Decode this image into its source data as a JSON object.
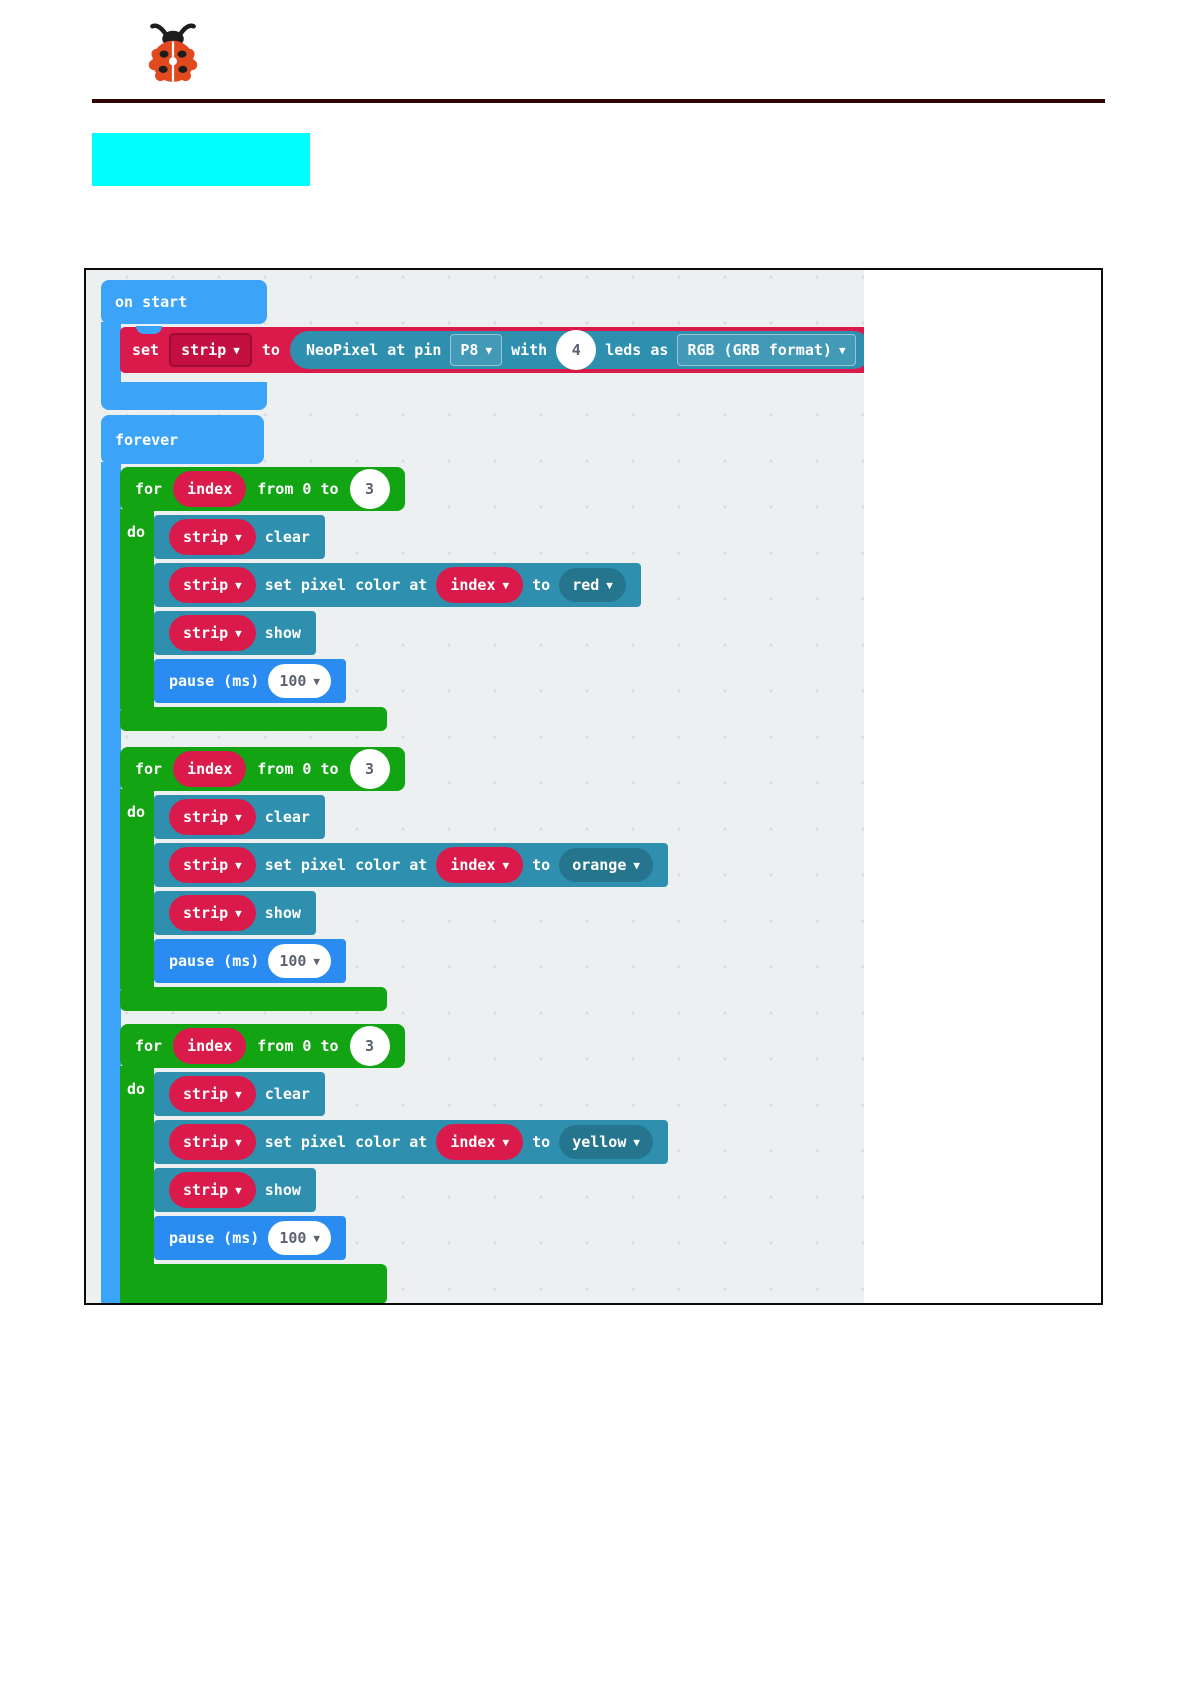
{
  "header": {
    "logo_icon": "ladybug-logo"
  },
  "highlight_box": {
    "text": ""
  },
  "editor": {
    "on_start": {
      "label": "on start",
      "set_block": {
        "set_label": "set",
        "variable": "strip",
        "to_label": "to",
        "neopixel": {
          "text_pin": "NeoPixel at pin",
          "pin": "P8",
          "with_label": "with",
          "led_count": "4",
          "text_leds": "leds as",
          "format": "RGB (GRB format)"
        }
      }
    },
    "forever": {
      "label": "forever"
    },
    "loops": [
      {
        "for_label": "for",
        "variable": "index",
        "range_label": "from 0 to",
        "limit": "3",
        "do_label": "do",
        "clear": {
          "variable": "strip",
          "label": "clear"
        },
        "set_pixel": {
          "variable": "strip",
          "label": "set pixel color at",
          "index_variable": "index",
          "to_label": "to",
          "color": "red"
        },
        "show": {
          "variable": "strip",
          "label": "show"
        },
        "pause": {
          "label": "pause (ms)",
          "value": "100"
        }
      },
      {
        "for_label": "for",
        "variable": "index",
        "range_label": "from 0 to",
        "limit": "3",
        "do_label": "do",
        "clear": {
          "variable": "strip",
          "label": "clear"
        },
        "set_pixel": {
          "variable": "strip",
          "label": "set pixel color at",
          "index_variable": "index",
          "to_label": "to",
          "color": "orange"
        },
        "show": {
          "variable": "strip",
          "label": "show"
        },
        "pause": {
          "label": "pause (ms)",
          "value": "100"
        }
      },
      {
        "for_label": "for",
        "variable": "index",
        "range_label": "from 0 to",
        "limit": "3",
        "do_label": "do",
        "clear": {
          "variable": "strip",
          "label": "clear"
        },
        "set_pixel": {
          "variable": "strip",
          "label": "set pixel color at",
          "index_variable": "index",
          "to_label": "to",
          "color": "yellow"
        },
        "show": {
          "variable": "strip",
          "label": "show"
        },
        "pause": {
          "label": "pause (ms)",
          "value": "100"
        }
      }
    ]
  },
  "colors": {
    "container_blue": "#3ba3f8",
    "statement_blue": "#2a8cf0",
    "loop_green": "#12a412",
    "neopixel_teal": "#2e8fae",
    "variable_red": "#da1a4a",
    "highlight_cyan": "#00ffff",
    "workspace_gray": "#edf0f0",
    "rule_maroon": "#2e0606"
  }
}
